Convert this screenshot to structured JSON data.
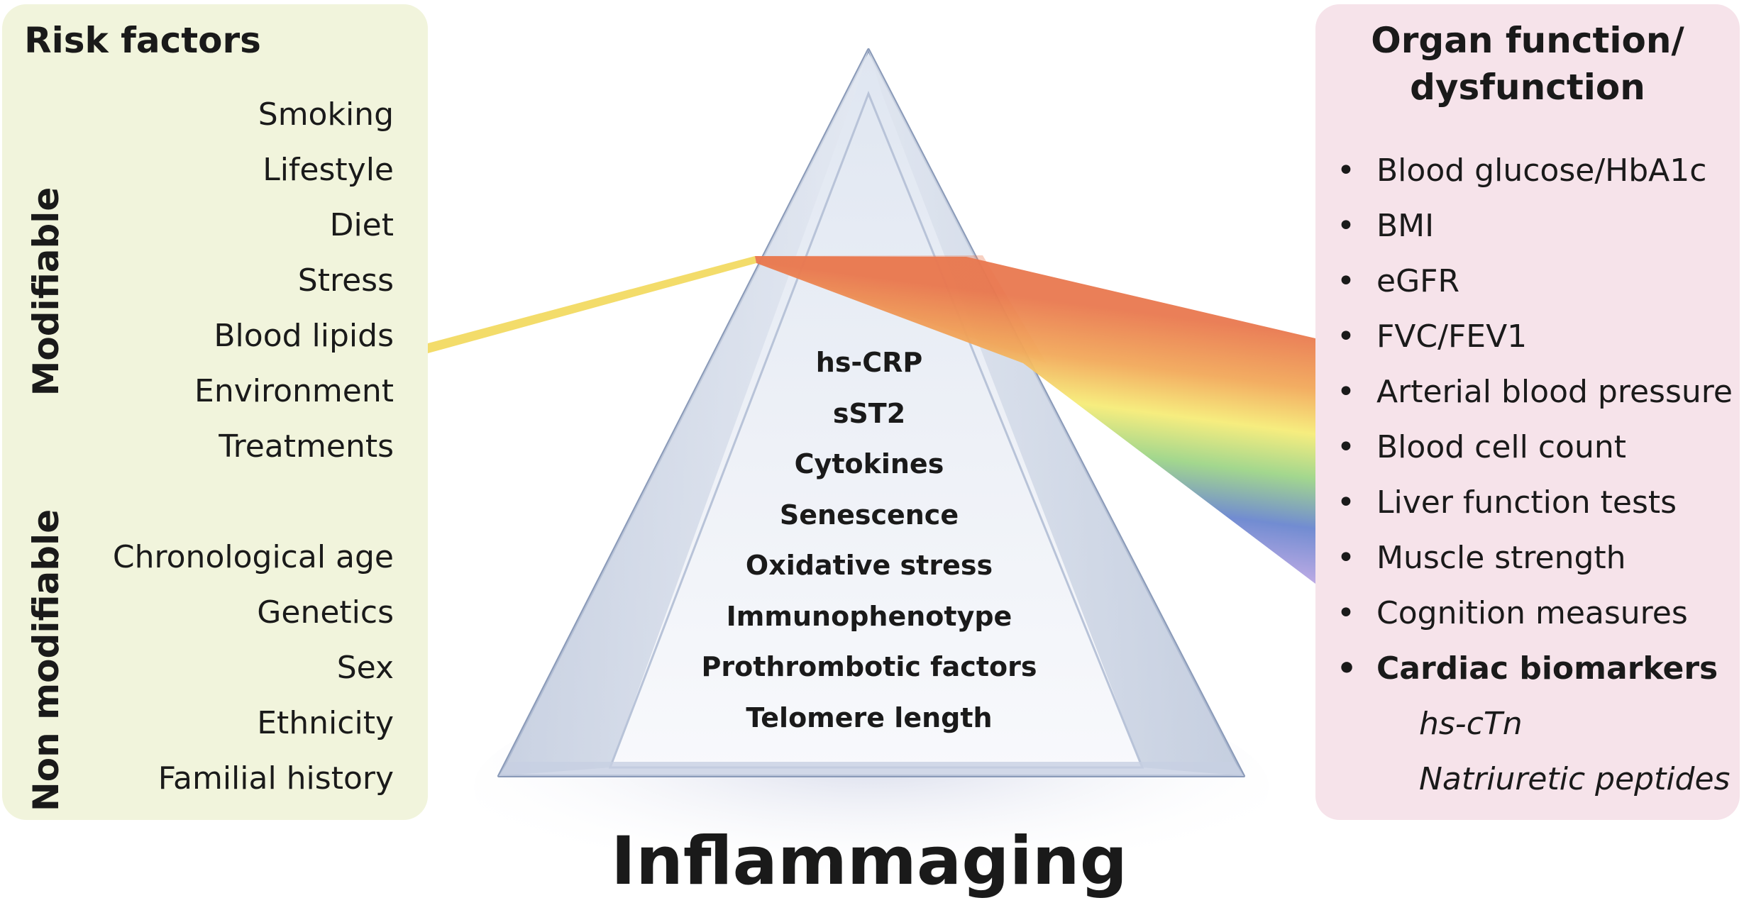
{
  "title": "Inflammaging",
  "risk_factors": {
    "heading": "Risk factors",
    "modifiable_label": "Modifiable",
    "modifiable": [
      "Smoking",
      "Lifestyle",
      "Diet",
      "Stress",
      "Blood lipids",
      "Environment",
      "Treatments"
    ],
    "non_modifiable_label": "Non modifiable",
    "non_modifiable": [
      "Chronological age",
      "Genetics",
      "Sex",
      "Ethnicity",
      "Familial history"
    ]
  },
  "prism_markers": [
    "hs-CRP",
    "sST2",
    "Cytokines",
    "Senescence",
    "Oxidative stress",
    "Immunophenotype",
    "Prothrombotic factors",
    "Telomere length"
  ],
  "organ_function": {
    "heading_line1": "Organ function/",
    "heading_line2": "dysfunction",
    "bullet": "•",
    "items": [
      "Blood glucose/HbA1c",
      "BMI",
      "eGFR",
      "FVC/FEV1",
      "Arterial blood pressure",
      "Blood cell count",
      "Liver function tests",
      "Muscle strength",
      "Cognition measures",
      "Cardiac biomarkers"
    ],
    "cardiac_subitems": [
      "hs-cTn",
      "Natriuretic peptides"
    ]
  },
  "colors": {
    "left_panel": "#f1f4dc",
    "right_panel": "#f6e3ea",
    "light_beam": "#f3dc6a",
    "prism_edge": "#8a9ab8"
  }
}
